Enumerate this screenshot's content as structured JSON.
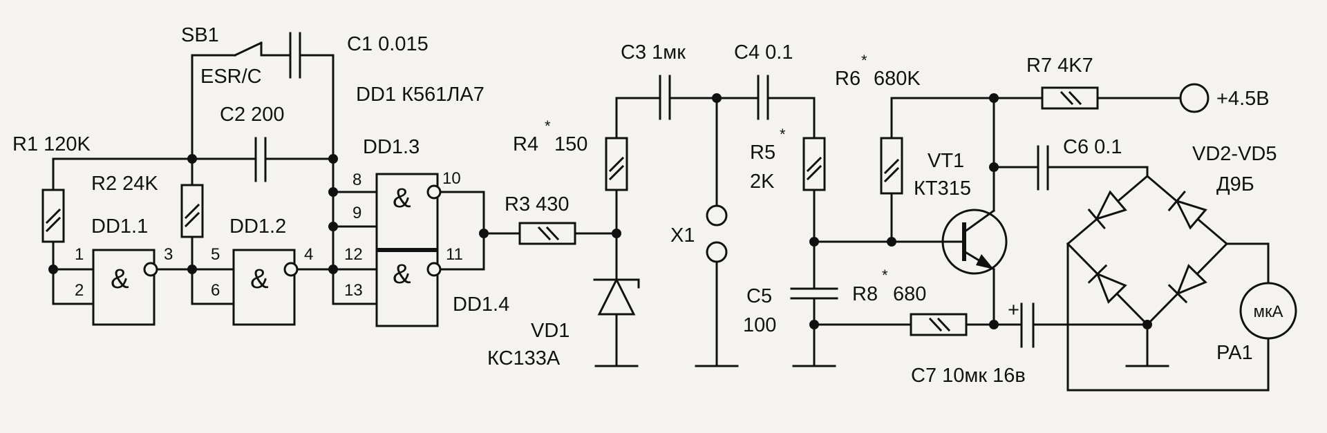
{
  "components": {
    "sb1": {
      "ref": "SB1",
      "mode": "ESR/C"
    },
    "c1": "C1 0.015",
    "dd1": "DD1 К561ЛА7",
    "c2": "C2 200",
    "r1": "R1 120K",
    "r2": "R2 24K",
    "dd1_1": "DD1.1",
    "dd1_2": "DD1.2",
    "dd1_3": "DD1.3",
    "dd1_4": "DD1.4",
    "r3": "R3 430",
    "r4": {
      "ref": "R4",
      "star": "*",
      "value": "150"
    },
    "vd1": {
      "ref": "VD1",
      "part": "КС133А"
    },
    "c3": "C3 1мк",
    "c4": "C4 0.1",
    "x1": "X1",
    "r5": {
      "ref": "R5",
      "star": "*",
      "value": "2K"
    },
    "c5": {
      "ref": "C5",
      "value": "100"
    },
    "r6": {
      "ref": "R6",
      "star": "*",
      "value": "680K"
    },
    "vt1": {
      "ref": "VT1",
      "part": "КТ315"
    },
    "r7": "R7 4K7",
    "supply": "+4.5В",
    "c6": "C6 0.1",
    "vd2_vd5": {
      "ref": "VD2-VD5",
      "part": "Д9Б"
    },
    "r8": {
      "ref": "R8",
      "star": "*",
      "value": "680"
    },
    "c7": {
      "plus": "+",
      "label": "C7 10мк 16в"
    },
    "pa1": {
      "ref": "PA1",
      "unit": "мкА"
    }
  },
  "gates": {
    "symbol": "&"
  },
  "pins": [
    "1",
    "2",
    "3",
    "5",
    "6",
    "4",
    "8",
    "9",
    "10",
    "12",
    "13",
    "11"
  ]
}
